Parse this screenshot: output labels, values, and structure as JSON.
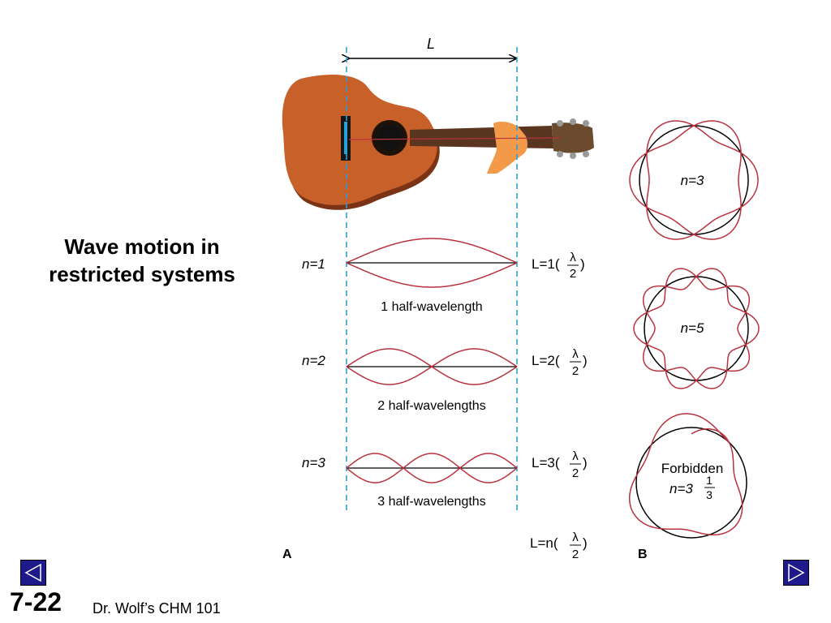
{
  "slide": {
    "title_line1": "Wave motion in",
    "title_line2": "restricted systems",
    "number": "7-22",
    "footer": "Dr. Wolf’s CHM 101"
  },
  "nav": {
    "prev_icon": "triangle-left-icon",
    "next_icon": "triangle-right-icon"
  },
  "colors": {
    "wave": "#b8323f",
    "guide": "#2a9fd6",
    "guitar_body": "#c8602a",
    "hand": "#f39a4a",
    "nav": "#1e1a8c"
  },
  "figure": {
    "length_label": "L",
    "panel_a_label": "A",
    "panel_b_label": "B",
    "modes": [
      {
        "n_label": "n=1",
        "half_waves": 1,
        "caption": "1 half-wavelength",
        "length_prefix": "L=1(",
        "lambda": "λ",
        "two": "2",
        "close": ")"
      },
      {
        "n_label": "n=2",
        "half_waves": 2,
        "caption": "2 half-wavelengths",
        "length_prefix": "L=2(",
        "lambda": "λ",
        "two": "2",
        "close": ")"
      },
      {
        "n_label": "n=3",
        "half_waves": 3,
        "caption": "3 half-wavelengths",
        "length_prefix": "L=3(",
        "lambda": "λ",
        "two": "2",
        "close": ")"
      }
    ],
    "general": {
      "length_prefix": "L=n(",
      "lambda": "λ",
      "two": "2",
      "close": ")"
    },
    "circles": [
      {
        "label": "n=3",
        "lobes": 3
      },
      {
        "label": "n=5",
        "lobes": 5
      },
      {
        "label": "Forbidden",
        "sublabel": "n=3",
        "num": "1",
        "den": "3",
        "lobes": 3.333
      }
    ]
  }
}
